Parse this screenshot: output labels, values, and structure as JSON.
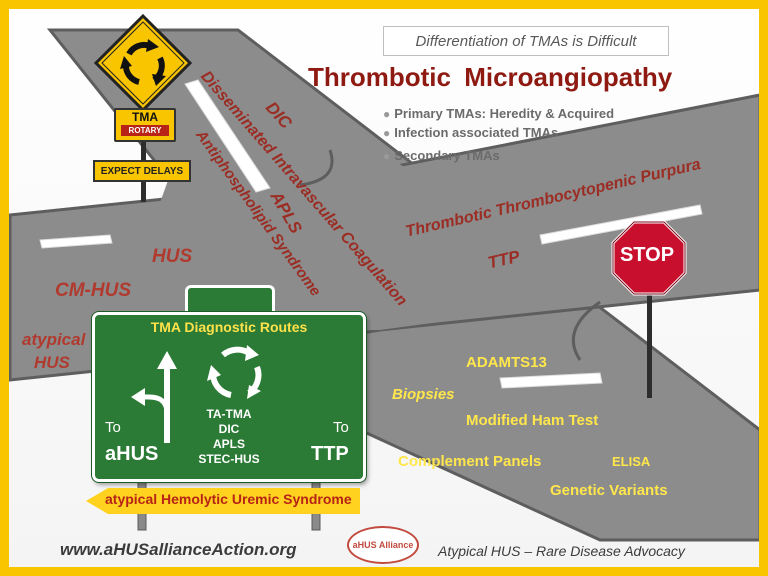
{
  "header": {
    "subtitle": "Differentiation of TMAs is Difficult",
    "title": "Thrombotic  Microangiopathy",
    "bullets": [
      "Primary TMAs:  Heredity & Acquired",
      "Infection associated TMAs",
      "Secondary TMAs"
    ]
  },
  "road_terms": {
    "dic_short": "DIC",
    "dic_long": "Disseminated Intravascular Coagulation",
    "apls_short": "APLS",
    "apls_long": "Antiphospholipid Syndrome",
    "ttp_long": "Thrombotic Thrombocytopenic Purpura",
    "ttp_short": "TTP"
  },
  "left_terms": {
    "hus": "HUS",
    "cm_hus": "CM-HUS",
    "atypical": "atypical",
    "atypical_hus": "HUS"
  },
  "rotary_sign": {
    "line1": "TMA",
    "line2": "ROTARY",
    "expect": "EXPECT  DELAYS"
  },
  "stop_sign": {
    "text": "STOP"
  },
  "guide_sign": {
    "title": "TMA Diagnostic Routes",
    "list": [
      "TA-TMA",
      "DIC",
      "APLS",
      "STEC-HUS"
    ],
    "left_to": "To",
    "left_dest": "aHUS",
    "right_to": "To",
    "right_dest": "TTP",
    "banner": "atypical Hemolytic Uremic Syndrome"
  },
  "tests": {
    "adamts13": "ADAMTS13",
    "biopsies": "Biopsies",
    "ham": "Modified Ham Test",
    "complement": "Complement Panels",
    "elisa": "ELISA",
    "genetic": "Genetic Variants"
  },
  "footer": {
    "url": "www.aHUSallianceAction.org",
    "logo": "aHUS Alliance",
    "tagline": "Atypical HUS – Rare Disease Advocacy"
  },
  "colors": {
    "frame": "#f9c400",
    "road": "#8c8c8c",
    "road_edge": "#5e5e5e",
    "title_red": "#8e1a12",
    "term_red": "#9b2d24",
    "guide_green": "#2b7a35",
    "test_yellow": "#ffe74b",
    "stop_red": "#c8102e"
  }
}
